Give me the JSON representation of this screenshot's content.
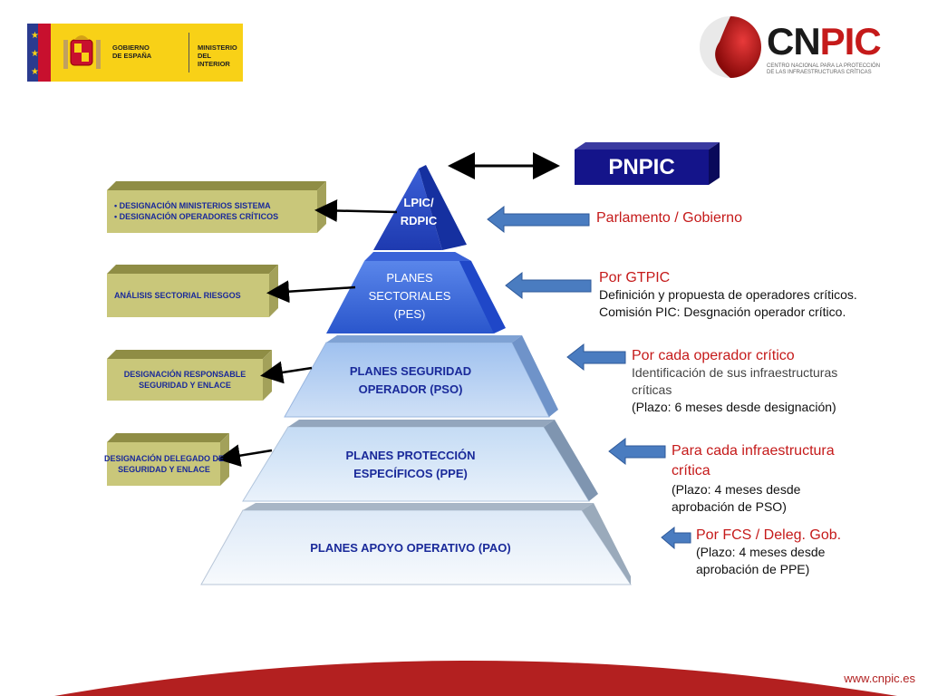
{
  "header": {
    "gov_line1": "GOBIERNO",
    "gov_line2": "DE ESPAÑA",
    "ministry_line1": "MINISTERIO",
    "ministry_line2": "DEL INTERIOR",
    "brand_cn": "CN",
    "brand_pic": "PIC",
    "brand_sub1": "CENTRO NACIONAL PARA LA PROTECCIÓN",
    "brand_sub2": "DE LAS INFRAESTRUCTURAS CRÍTICAS"
  },
  "pnpic_label": "PNPIC",
  "pyramid": {
    "level1": [
      "LPIC/",
      "RDPIC"
    ],
    "level2": [
      "PLANES",
      "SECTORIALES",
      "(PES)"
    ],
    "level3": [
      "PLANES SEGURIDAD",
      "OPERADOR (PSO)"
    ],
    "level4": [
      "PLANES PROTECCIÓN",
      "ESPECÍFICOS (PPE)"
    ],
    "level5": [
      "PLANES APOYO OPERATIVO (PAO)"
    ]
  },
  "left_boxes": {
    "box1": [
      "• DESIGNACIÓN  MINISTERIOS  SISTEMA",
      "• DESIGNACIÓN  OPERADORES  CRÍTICOS"
    ],
    "box2": [
      "ANÁLISIS SECTORIAL RIESGOS"
    ],
    "box3": [
      "DESIGNACIÓN RESPONSABLE",
      "SEGURIDAD Y ENLACE"
    ],
    "box4": [
      "DESIGNACIÓN DELEGADO DE",
      "SEGURIDAD Y ENLACE"
    ]
  },
  "right_texts": {
    "t1": {
      "head": "Parlamento / Gobierno"
    },
    "t2": {
      "head": "Por GTPIC",
      "lines": [
        "Definición y propuesta de operadores críticos.",
        "Comisión PIC: Desgnación operador crítico."
      ]
    },
    "t3": {
      "head": "Por cada operador crítico",
      "lines": [
        "Identificación de sus infraestructuras",
        "críticas",
        "(Plazo: 6 meses desde designación)"
      ]
    },
    "t4": {
      "head": [
        "Para cada infraestructura",
        "crítica"
      ],
      "lines": [
        "(Plazo: 4 meses desde",
        "aprobación de PSO)"
      ]
    },
    "t5": {
      "head": "Por FCS / Deleg. Gob.",
      "lines": [
        "(Plazo: 4 meses desde",
        "aprobación de PPE)"
      ]
    }
  },
  "footer": {
    "url": "www.cnpic.es"
  },
  "colors": {
    "red": "#c51a1a",
    "arrow_blue": "#4a7cc0",
    "box_olive": "#c9c77a",
    "navy": "#0b1a8a"
  }
}
